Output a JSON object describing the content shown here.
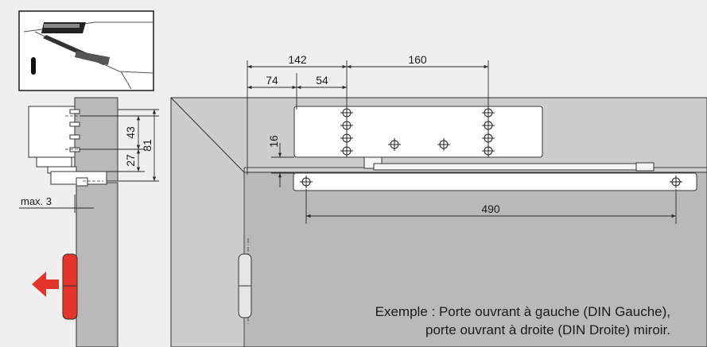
{
  "dimensions": {
    "d142": "142",
    "d160": "160",
    "d74": "74",
    "d54": "54",
    "d16": "16",
    "d43": "43",
    "d27": "27",
    "d81": "81",
    "d490": "490",
    "max3": "max. 3"
  },
  "caption": {
    "line1": "Exemple : Porte ouvrant à gauche (DIN Gauche),",
    "line2": "porte ouvrant à droite (DIN Droite) miroir."
  },
  "colors": {
    "background": "#efefef",
    "door": "#b9b9b9",
    "frame": "#cdcdcd",
    "body": "#ffffff",
    "line": "#2a2a2a",
    "hinge_red": "#e3342a",
    "arrow_red": "#e3342a"
  }
}
